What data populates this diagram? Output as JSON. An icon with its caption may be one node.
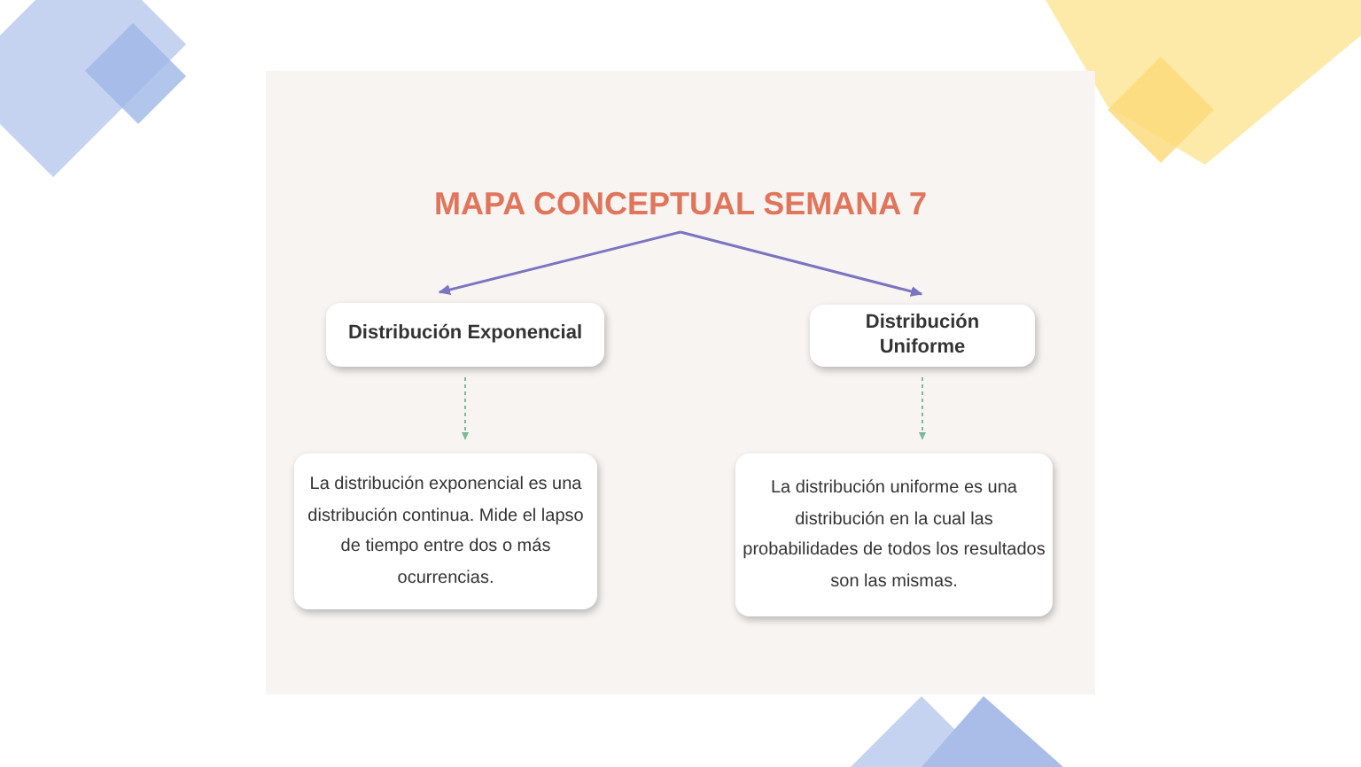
{
  "diagram": {
    "nodes": [
      {
        "text": [
          "MAPA CONCEPTUAL SEMANA 7"
        ]
      },
      {
        "text": [
          "Distribución Exponencial"
        ]
      },
      {
        "text": [
          "Distribución Uniforme"
        ]
      },
      {
        "text": [
          "La distribución exponencial es una distribución continua. Mide el lapso de tiempo entre dos o más ocurrencias."
        ]
      },
      {
        "text": [
          "La distribución uniforme es una distribución en la cual las probabilidades de todos los resultados son las mismas."
        ]
      }
    ],
    "edges": [
      {
        "from": 0,
        "to": 1,
        "arrow": "to"
      },
      {
        "from": 0,
        "to": 2,
        "arrow": "to"
      },
      {
        "from": 1,
        "to": 3,
        "arrow": "to",
        "style": "dashed",
        "color": "#7fb89a"
      },
      {
        "from": 2,
        "to": 4,
        "arrow": "to",
        "style": "dashed",
        "color": "#7fb89a"
      }
    ]
  }
}
